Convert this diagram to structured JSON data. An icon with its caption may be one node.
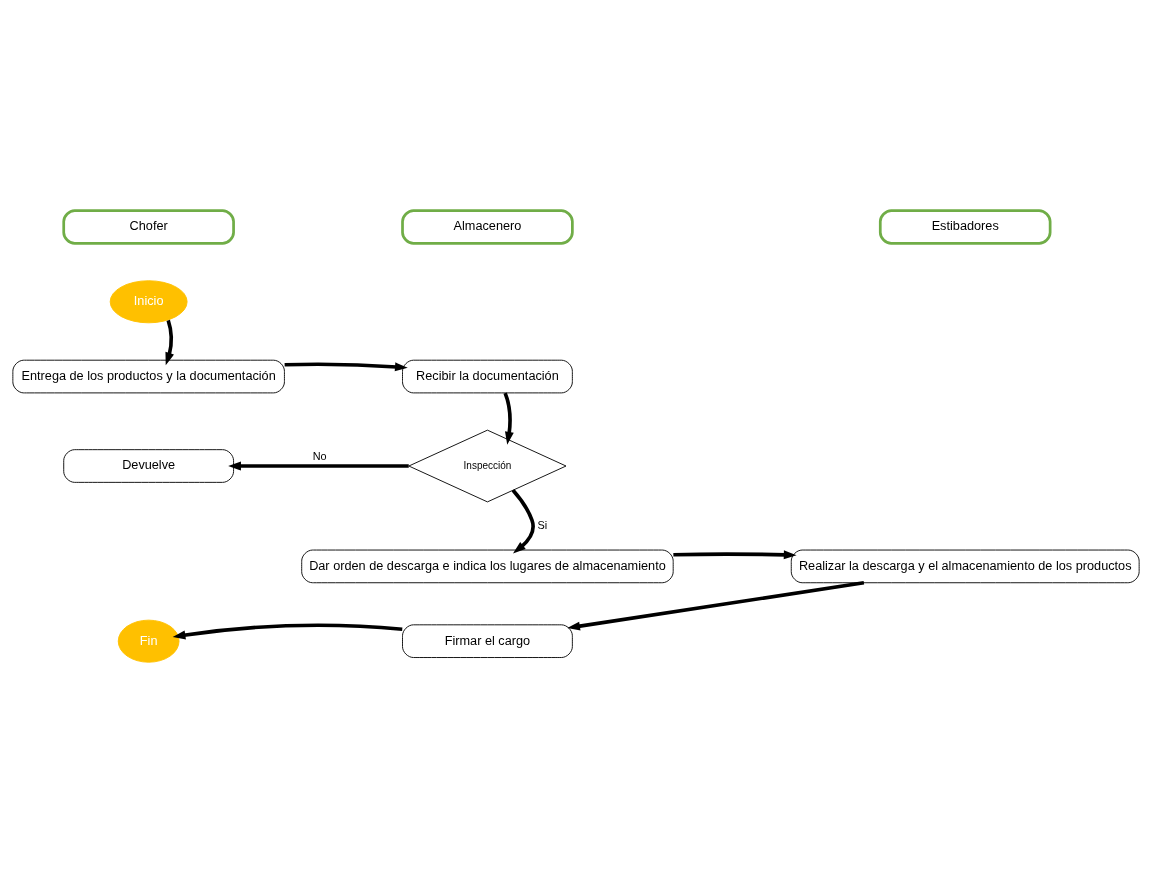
{
  "diagram": {
    "nodes": [
      {
        "text": [
          "Chofer"
        ]
      },
      {
        "text": [
          "Almacenero"
        ]
      },
      {
        "text": [
          "Estibadores"
        ]
      },
      {
        "text": [
          "Inicio"
        ]
      },
      {
        "text": [
          "Entrega de los productos y la documentación"
        ]
      },
      {
        "text": [
          "Recibir la documentación"
        ]
      },
      {
        "text": [
          "Inspección"
        ]
      },
      {
        "text": [
          "Devuelve"
        ]
      },
      {
        "text": [
          "Dar orden de descarga e indica los lugares de almacenamiento"
        ]
      },
      {
        "text": [
          "Realizar la descarga y el almacenamiento de los productos"
        ]
      },
      {
        "text": [
          "Firmar el cargo"
        ]
      },
      {
        "text": [
          "Fin"
        ]
      }
    ],
    "edges": [
      {
        "from": 3,
        "to": 4,
        "arrow": "to"
      },
      {
        "from": 4,
        "to": 5,
        "arrow": "to"
      },
      {
        "from": 5,
        "to": 6,
        "arrow": "to"
      },
      {
        "from": 6,
        "to": 7,
        "arrow": "to",
        "label": "No"
      },
      {
        "from": 6,
        "to": 8,
        "arrow": "to",
        "label": "Si"
      },
      {
        "from": 8,
        "to": 9,
        "arrow": "to"
      },
      {
        "from": 9,
        "to": 10,
        "arrow": "to"
      },
      {
        "from": 10,
        "to": 11,
        "arrow": "to"
      }
    ]
  }
}
